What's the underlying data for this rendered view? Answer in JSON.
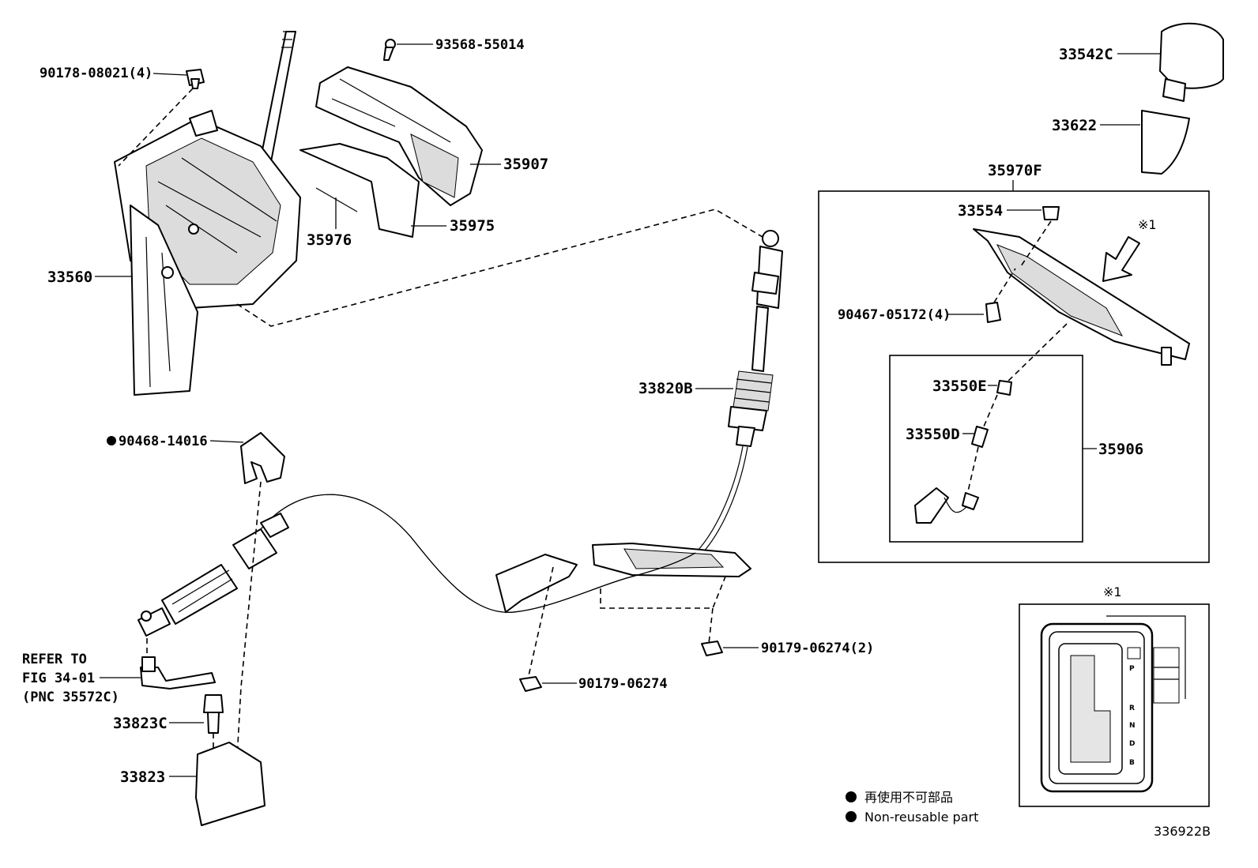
{
  "labels": {
    "p90178": "90178-08021(4)",
    "p93568": "93568-55014",
    "p35907": "35907",
    "p35975": "35975",
    "p35976": "35976",
    "p33560": "33560",
    "p33820B": "33820B",
    "p90468": "90468-14016",
    "refer_line1": "REFER TO",
    "refer_line2": "FIG 34-01",
    "refer_line3": "(PNC 35572C)",
    "p33823C": "33823C",
    "p33823": "33823",
    "p90179": "90179-06274",
    "p90179x2": "90179-06274(2)",
    "p33542C": "33542C",
    "p33622": "33622",
    "p35970F": "35970F",
    "p33554": "33554",
    "ref_mark": "※1",
    "p90467": "90467-05172(4)",
    "p33550E": "33550E",
    "p33550D": "33550D",
    "p35906": "35906",
    "inset_ref_mark": "※1",
    "gear_P": "P",
    "gear_R": "R",
    "gear_N": "N",
    "gear_D": "D",
    "gear_B": "B"
  },
  "legend": {
    "jp": "再使用不可部品",
    "en": "Non-reusable part"
  },
  "diagram_id": "336922B"
}
